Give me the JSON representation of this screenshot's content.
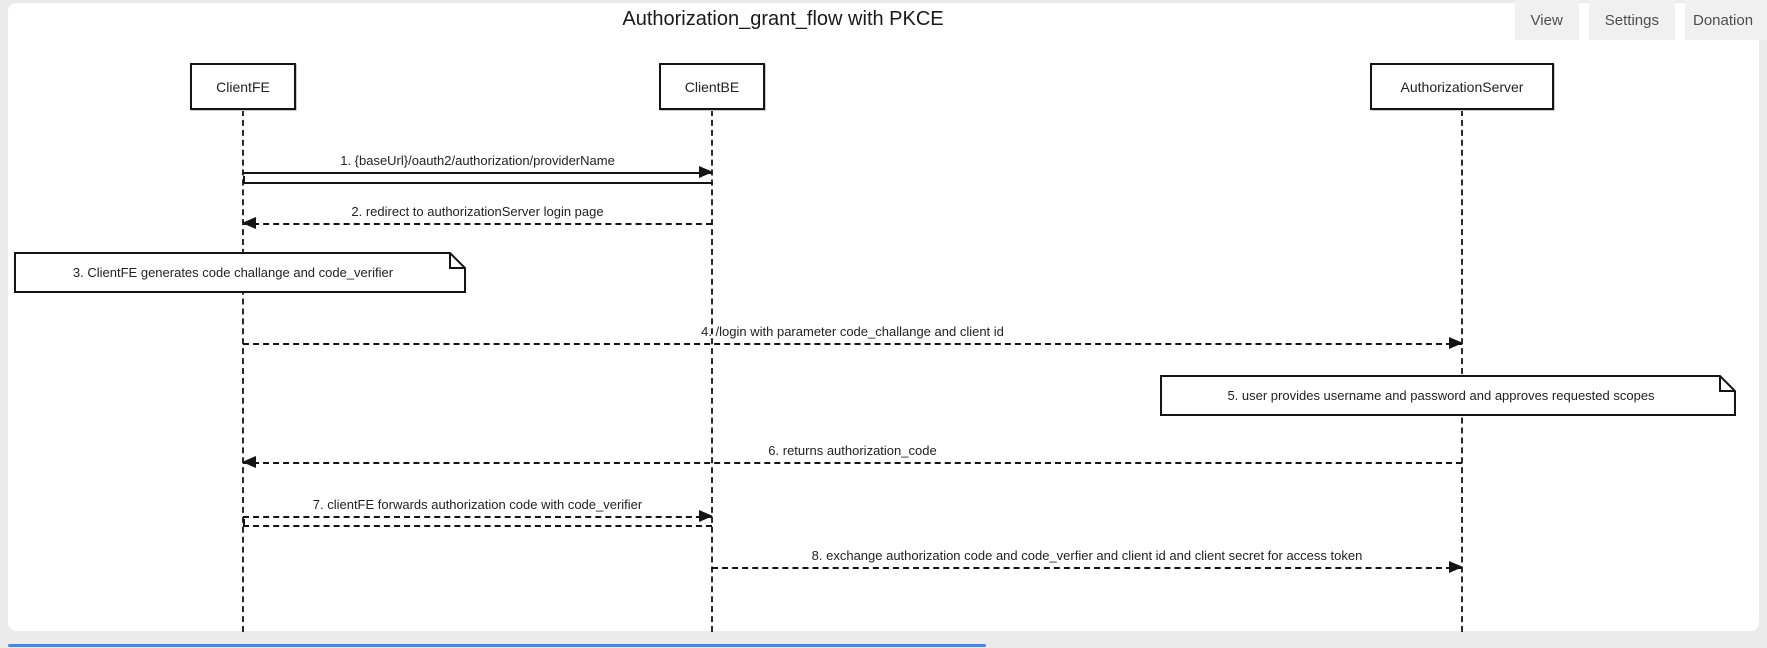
{
  "header": {
    "title": "Authorization_grant_flow with PKCE",
    "menu": [
      {
        "label": "View"
      },
      {
        "label": "Settings"
      },
      {
        "label": "Donation"
      }
    ]
  },
  "actors": [
    {
      "label": "ClientFE"
    },
    {
      "label": "ClientBE"
    },
    {
      "label": "AuthorizationServer"
    }
  ],
  "messages": [
    {
      "label": "1. {baseUrl}/oauth2/authorization/providerName",
      "from": "ClientFE",
      "to": "ClientBE",
      "line": "solid",
      "direction": "right"
    },
    {
      "label": "2. redirect to authorizationServer login page",
      "from": "ClientBE",
      "to": "ClientFE",
      "line": "dashed",
      "direction": "left"
    },
    {
      "label": "4. /login with parameter code_challange and client id",
      "from": "ClientFE",
      "to": "AuthorizationServer",
      "line": "dashed",
      "direction": "right"
    },
    {
      "label": "6. returns authorization_code",
      "from": "AuthorizationServer",
      "to": "ClientFE",
      "line": "dashed",
      "direction": "left"
    },
    {
      "label": "7. clientFE forwards authorization code with code_verifier",
      "from": "ClientFE",
      "to": "ClientBE",
      "line": "dashed",
      "direction": "right"
    },
    {
      "label": "8. exchange authorization code and code_verfier and client id and client secret for access token",
      "from": "ClientBE",
      "to": "AuthorizationServer",
      "line": "dashed",
      "direction": "right"
    }
  ],
  "notes": [
    {
      "label": "3. ClientFE generates code challange and code_verifier",
      "over": "ClientFE"
    },
    {
      "label": "5. user provides username and password and approves requested scopes",
      "over": "AuthorizationServer"
    }
  ],
  "colors": {
    "page_background": "#ebebeb",
    "canvas_background": "#ffffff",
    "diagram_line": "#141414",
    "menu_button_background": "#f0f0f0",
    "menu_text": "#4d4d4d",
    "scrollbar_thumb": "#4285f4"
  }
}
